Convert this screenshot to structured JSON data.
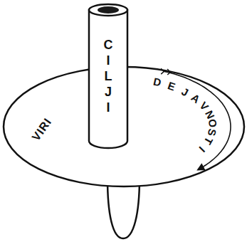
{
  "diagram": {
    "nodes": [
      {
        "text": [
          "CILJI"
        ]
      },
      {
        "text": [
          "VIRI",
          "DEJAVNOSTI"
        ]
      }
    ]
  }
}
